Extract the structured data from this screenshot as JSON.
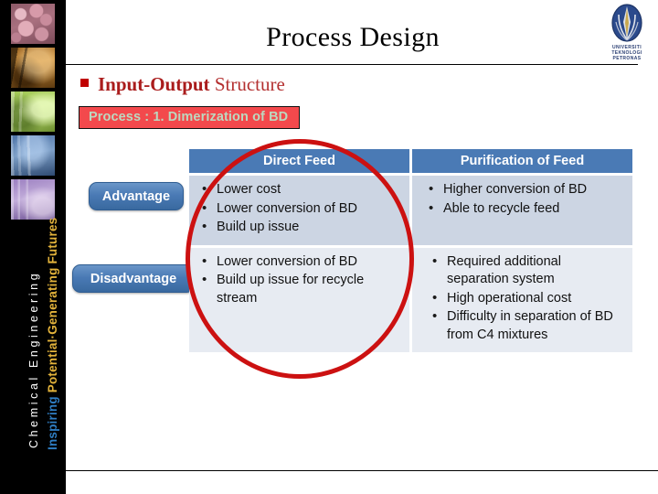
{
  "slide": {
    "title": "Process Design",
    "heading": {
      "bold": "Input-Output",
      "light": " Structure"
    },
    "process_tag": "Process : 1. Dimerization of BD"
  },
  "logo": {
    "name": "utp-logo",
    "line1": "UNIVERSITI",
    "line2": "TEKNOLOGI",
    "line3": "PETRONAS"
  },
  "sidebar": {
    "tagline_main": "Chemical Engineering",
    "tagline_sub_blue": "Inspiring ",
    "tagline_sub_gold": "Potential·Generating Futures",
    "photos": [
      {
        "name": "photo-molecules",
        "tint": "#a9707f"
      },
      {
        "name": "photo-plant-piping",
        "tint": "#c98c38"
      },
      {
        "name": "photo-lab-researcher",
        "tint": "#bfe07a"
      },
      {
        "name": "photo-refinery",
        "tint": "#7ea0c8"
      },
      {
        "name": "photo-process-operator",
        "tint": "#c3aedb"
      }
    ]
  },
  "labels": {
    "advantage": "Advantage",
    "disadvantage": "Disadvantage"
  },
  "table": {
    "headers": [
      "Direct Feed",
      "Purification of Feed"
    ],
    "rows": [
      {
        "label": "Advantage",
        "direct_feed": [
          "Lower cost",
          "Lower conversion of BD",
          "Build up issue"
        ],
        "purification_of_feed": [
          "Higher conversion of BD",
          "Able to recycle feed"
        ]
      },
      {
        "label": "Disadvantage",
        "direct_feed": [
          "Lower conversion of BD",
          "Build up issue for recycle stream"
        ],
        "purification_of_feed": [
          "Required additional separation system",
          "High operational cost",
          "Difficulty in separation of BD from C4 mixtures"
        ]
      }
    ]
  },
  "annotation": {
    "name": "red-circle-highlight",
    "color": "#cc1111"
  },
  "colors": {
    "header_blue": "#4a7ab5",
    "row_advantage_bg": "#ccd5e3",
    "row_disadvantage_bg": "#e7ebf2",
    "heading_red": "#b02020",
    "tag_bg": "#f3494c",
    "tag_text": "#bcd9c0",
    "sidebar_bg": "#000000"
  }
}
